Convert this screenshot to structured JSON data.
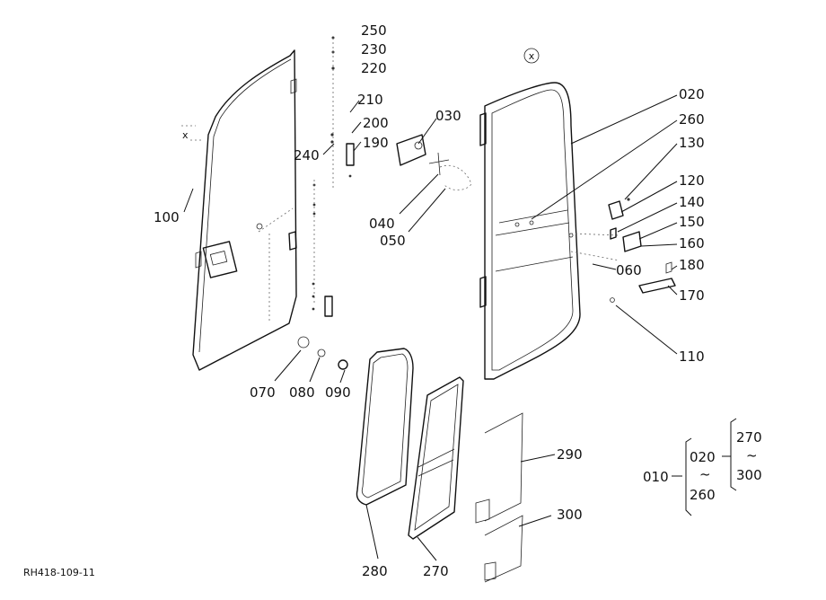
{
  "labels": {
    "p250": "250",
    "p230": "230",
    "p220": "220",
    "p210": "210",
    "p200": "200",
    "p190": "190",
    "p240": "240",
    "p030": "030",
    "p040": "040",
    "p050": "050",
    "p100": "100",
    "p070": "070",
    "p080": "080",
    "p090": "090",
    "p020": "020",
    "p260": "260",
    "p130": "130",
    "p120": "120",
    "p140": "140",
    "p150": "150",
    "p160": "160",
    "p060": "060",
    "p180": "180",
    "p170": "170",
    "p110": "110",
    "p280": "280",
    "p270": "270",
    "p290": "290",
    "p300": "300"
  },
  "legend": {
    "root": "010",
    "range_start": "020",
    "range_tilde": "~",
    "range_end": "260",
    "sub_start": "270",
    "sub_tilde": "~",
    "sub_end": "300"
  },
  "marker_x": "x",
  "drawing_code": "RH418-109-11"
}
